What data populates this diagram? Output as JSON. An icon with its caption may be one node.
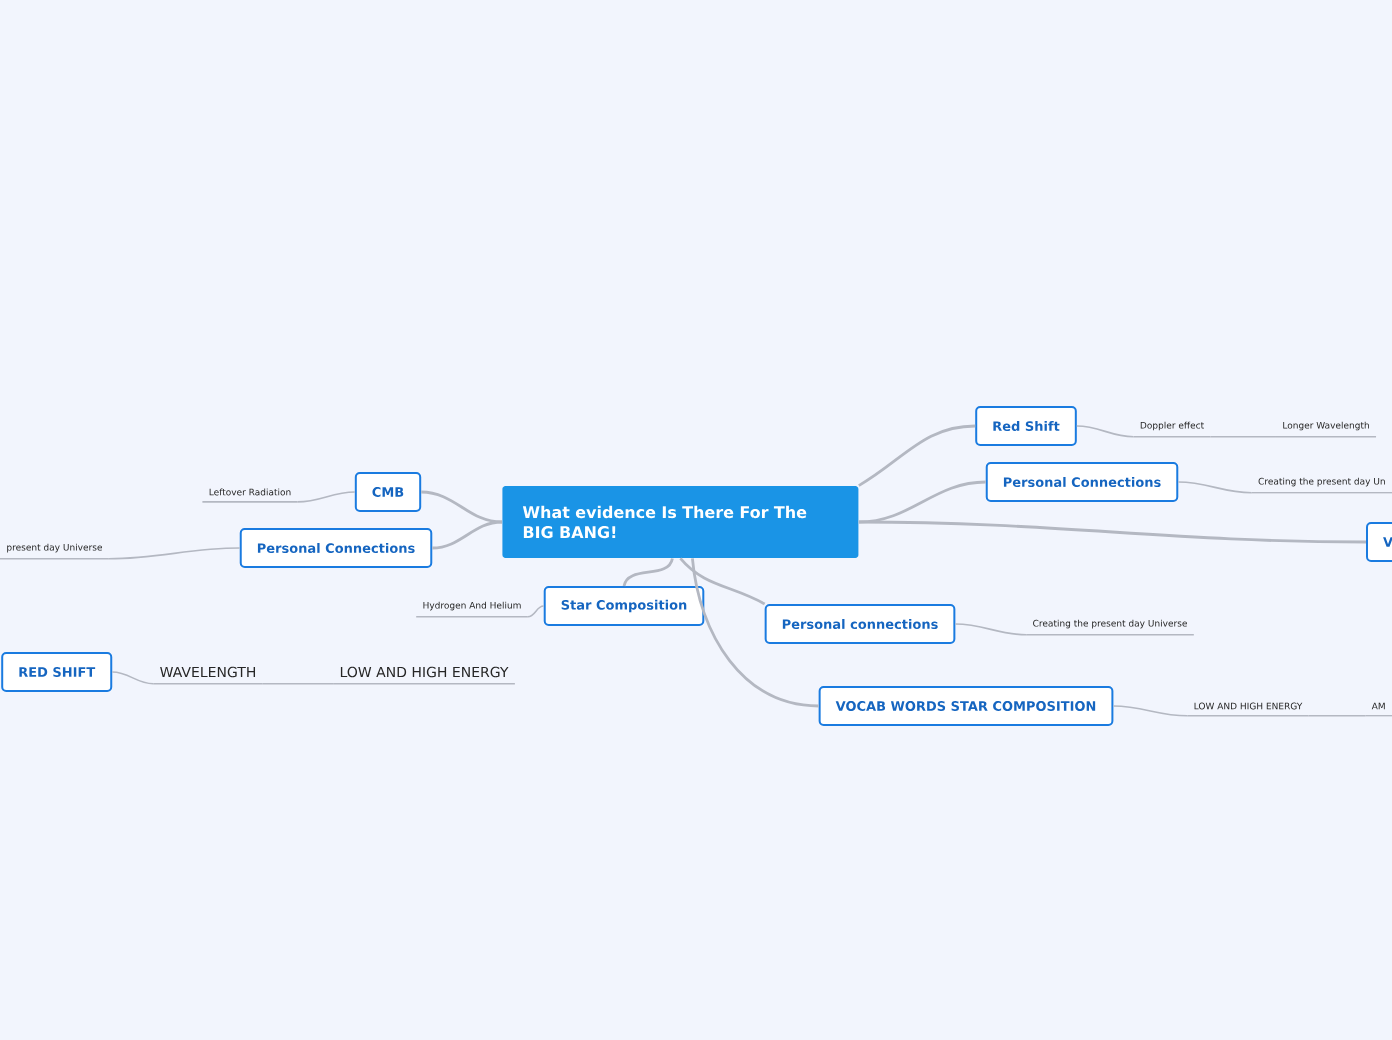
{
  "diagram": {
    "nodes": [
      {
        "text": [
          "What evidence Is There For The BIG BANG!"
        ]
      },
      {
        "text": [
          "Red Shift"
        ]
      },
      {
        "text": [
          "Personal Connections"
        ]
      },
      {
        "text": [
          "V"
        ]
      },
      {
        "text": [
          "Personal connections"
        ]
      },
      {
        "text": [
          "VOCAB WORDS STAR COMPOSITION"
        ]
      },
      {
        "text": [
          "Star Composition"
        ]
      },
      {
        "text": [
          "CMB"
        ]
      },
      {
        "text": [
          "Personal Connections"
        ]
      },
      {
        "text": [
          "RED SHIFT"
        ]
      },
      {
        "text": [
          "Doppler effect"
        ]
      },
      {
        "text": [
          "Longer Wavelength"
        ]
      },
      {
        "text": [
          "Creating the present day Un"
        ]
      },
      {
        "text": [
          "Creating the present day Universe"
        ]
      },
      {
        "text": [
          "LOW AND HIGH ENERGY"
        ]
      },
      {
        "text": [
          "AM"
        ]
      },
      {
        "text": [
          "Leftover Radiation"
        ]
      },
      {
        "text": [
          "present day Universe"
        ]
      },
      {
        "text": [
          "Hydrogen And Helium"
        ]
      },
      {
        "text": [
          "WAVELENGTH"
        ]
      },
      {
        "text": [
          "LOW AND HIGH ENERGY"
        ]
      }
    ],
    "edges": [
      {
        "from": 0,
        "to": 1,
        "arrow": "none"
      },
      {
        "from": 0,
        "to": 2,
        "arrow": "none"
      },
      {
        "from": 0,
        "to": 3,
        "arrow": "none"
      },
      {
        "from": 0,
        "to": 4,
        "arrow": "none"
      },
      {
        "from": 0,
        "to": 5,
        "arrow": "none"
      },
      {
        "from": 0,
        "to": 6,
        "arrow": "none"
      },
      {
        "from": 0,
        "to": 7,
        "arrow": "none"
      },
      {
        "from": 0,
        "to": 8,
        "arrow": "none"
      },
      {
        "from": 1,
        "to": 10,
        "arrow": "none"
      },
      {
        "from": 10,
        "to": 11,
        "arrow": "none"
      },
      {
        "from": 2,
        "to": 12,
        "arrow": "none"
      },
      {
        "from": 4,
        "to": 13,
        "arrow": "none"
      },
      {
        "from": 5,
        "to": 14,
        "arrow": "none"
      },
      {
        "from": 14,
        "to": 15,
        "arrow": "none"
      },
      {
        "from": 7,
        "to": 16,
        "arrow": "none"
      },
      {
        "from": 8,
        "to": 17,
        "arrow": "none"
      },
      {
        "from": 6,
        "to": 18,
        "arrow": "none"
      },
      {
        "from": 9,
        "to": 19,
        "arrow": "none"
      },
      {
        "from": 19,
        "to": 20,
        "arrow": "none"
      }
    ]
  }
}
